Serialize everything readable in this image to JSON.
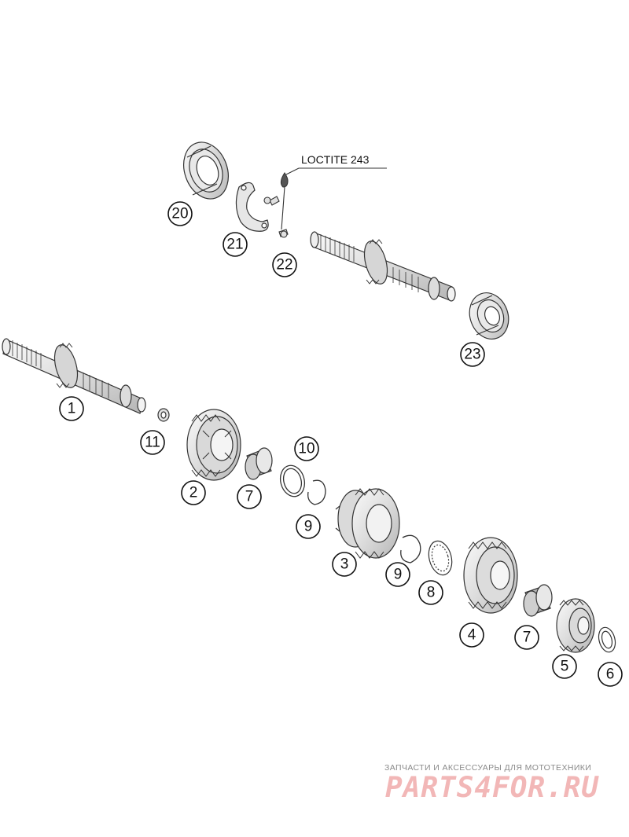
{
  "annotation": {
    "loctite": "LOCTITE 243"
  },
  "callouts": [
    {
      "id": "c1",
      "label": "1"
    },
    {
      "id": "c2",
      "label": "2"
    },
    {
      "id": "c3",
      "label": "3"
    },
    {
      "id": "c4",
      "label": "4"
    },
    {
      "id": "c5",
      "label": "5"
    },
    {
      "id": "c6",
      "label": "6"
    },
    {
      "id": "c7a",
      "label": "7"
    },
    {
      "id": "c7b",
      "label": "7"
    },
    {
      "id": "c8",
      "label": "8"
    },
    {
      "id": "c9a",
      "label": "9"
    },
    {
      "id": "c9b",
      "label": "9"
    },
    {
      "id": "c10",
      "label": "10"
    },
    {
      "id": "c11",
      "label": "11"
    },
    {
      "id": "c20",
      "label": "20"
    },
    {
      "id": "c21",
      "label": "21"
    },
    {
      "id": "c22",
      "label": "22"
    },
    {
      "id": "c23",
      "label": "23"
    }
  ],
  "watermark": {
    "tagline": "ЗАПЧАСТИ И АКСЕССУАРЫ ДЛЯ МОТОТЕХНИКИ",
    "brand": "PARTS4FOR.RU"
  }
}
